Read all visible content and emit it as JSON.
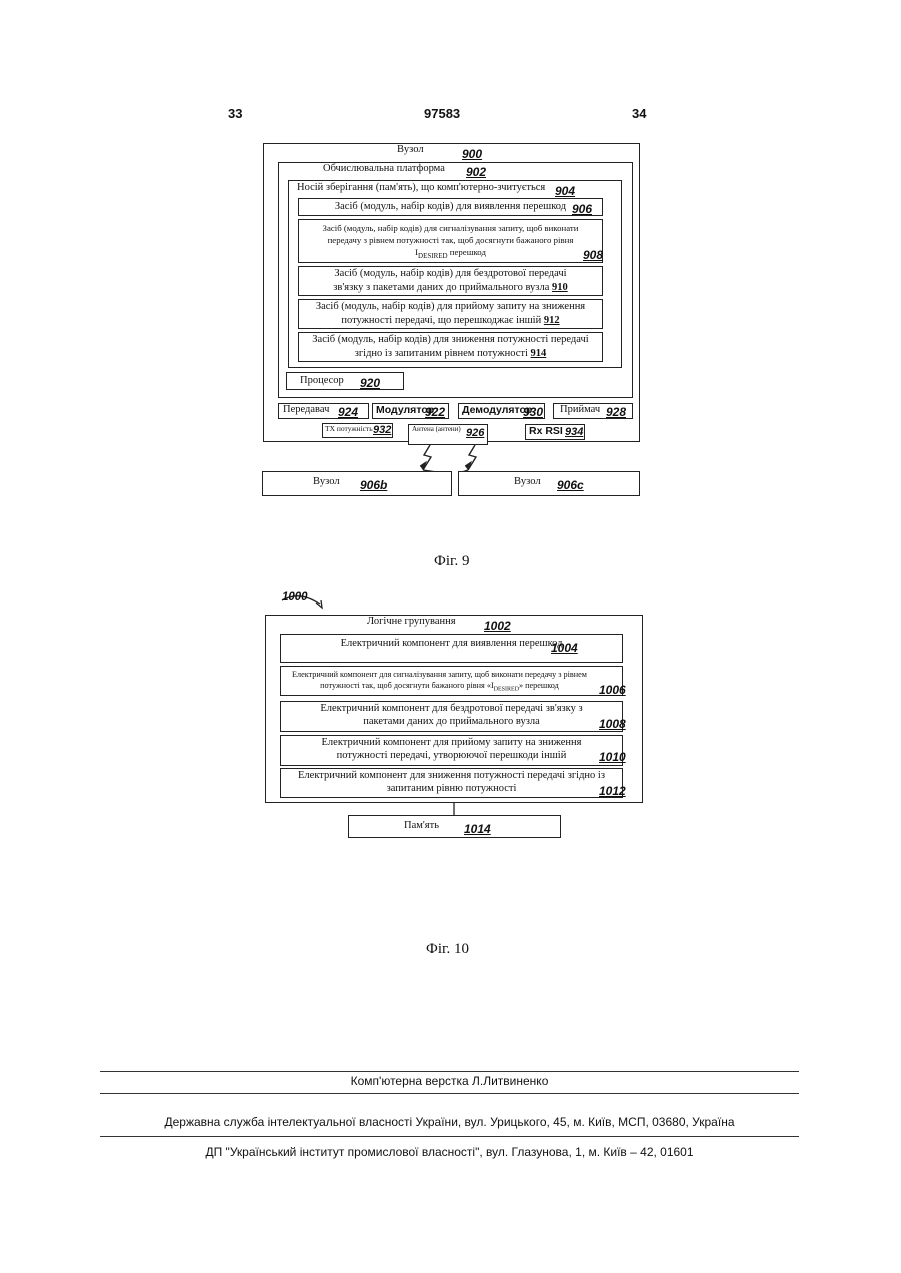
{
  "header": {
    "page_left": "33",
    "page_right": "34",
    "patent_number": "97583"
  },
  "fig9": {
    "caption": "Фіг. 9",
    "node": {
      "label": "Вузол",
      "ref": "900"
    },
    "platform": {
      "label": "Обчислювальна платформа",
      "ref": "902"
    },
    "storage": {
      "label": "Носій зберігання (пам'ять), що комп'ютерно-зчитується",
      "ref": "904"
    },
    "means": [
      {
        "text": "Засіб (модуль, набір кодів) для виявлення перешкод",
        "ref": "906"
      },
      {
        "text": "Засіб (модуль, набір кодів) для сигналізування запиту, щоб виконати передачу з рівнем потужності так, щоб досягнути бажаного рівня I",
        "sub": "DESIRED",
        "tail": " перешкод",
        "ref": "908"
      },
      {
        "text": "Засіб (модуль, набір кодів) для бездротової передачі зв'язку з пакетами даних до приймального вузла",
        "ref": "910"
      },
      {
        "text": "Засіб (модуль, набір кодів) для прийому запиту на зниження потужності передачі, що перешкоджає іншій",
        "ref": "912"
      },
      {
        "text": "Засіб (модуль, набір кодів) для зниження потужності передачі згідно із запитаним рівнем потужності",
        "ref": "914"
      }
    ],
    "processor": {
      "label": "Процесор",
      "ref": "920"
    },
    "transmitter": {
      "label": "Передавач",
      "ref": "924"
    },
    "modulator": {
      "label": "Модулятор",
      "ref": "922"
    },
    "demodulator": {
      "label": "Демодулятор",
      "ref": "930"
    },
    "receiver": {
      "label": "Приймач",
      "ref": "928"
    },
    "tx_power": {
      "label": "TX потужність",
      "ref": "932"
    },
    "antenna": {
      "label": "Антена (антени)",
      "ref": "926"
    },
    "rx_rsi": {
      "label": "Rx RSI",
      "ref": "934"
    },
    "node_b": {
      "label": "Вузол",
      "ref": "906b"
    },
    "node_c": {
      "label": "Вузол",
      "ref": "906c"
    }
  },
  "fig10": {
    "caption": "Фіг. 10",
    "ref_main": "1000",
    "grouping": {
      "label": "Логічне групування",
      "ref": "1002"
    },
    "components": [
      {
        "text": "Електричний компонент для виявлення перешкод",
        "ref": "1004"
      },
      {
        "text": "Електричний компонент для сигналізування запиту, щоб виконати передачу з рівнем потужності так, щоб досягнути бажаного рівня «I",
        "sub": "DESIRED",
        "tail": "» перешкод",
        "ref": "1006"
      },
      {
        "text": "Електричний компонент для бездротової передачі зв'язку з пакетами даних до приймального вузла",
        "ref": "1008"
      },
      {
        "text": "Електричний компонент для прийому запиту на зниження потужності передачі, утворюючої перешкоди іншій",
        "ref": "1010"
      },
      {
        "text": "Електричний компонент для зниження потужності передачі згідно із запитаним рівню потужності",
        "ref": "1012"
      }
    ],
    "memory": {
      "label": "Пам'ять",
      "ref": "1014"
    }
  },
  "footer": {
    "layout": "Комп'ютерна верстка Л.Литвиненко",
    "service": "Державна служба інтелектуальної власності України, вул. Урицького, 45, м. Київ, МСП, 03680, Україна",
    "institute": "ДП \"Український інститут промислової власності\", вул. Глазунова, 1, м. Київ – 42, 01601"
  }
}
